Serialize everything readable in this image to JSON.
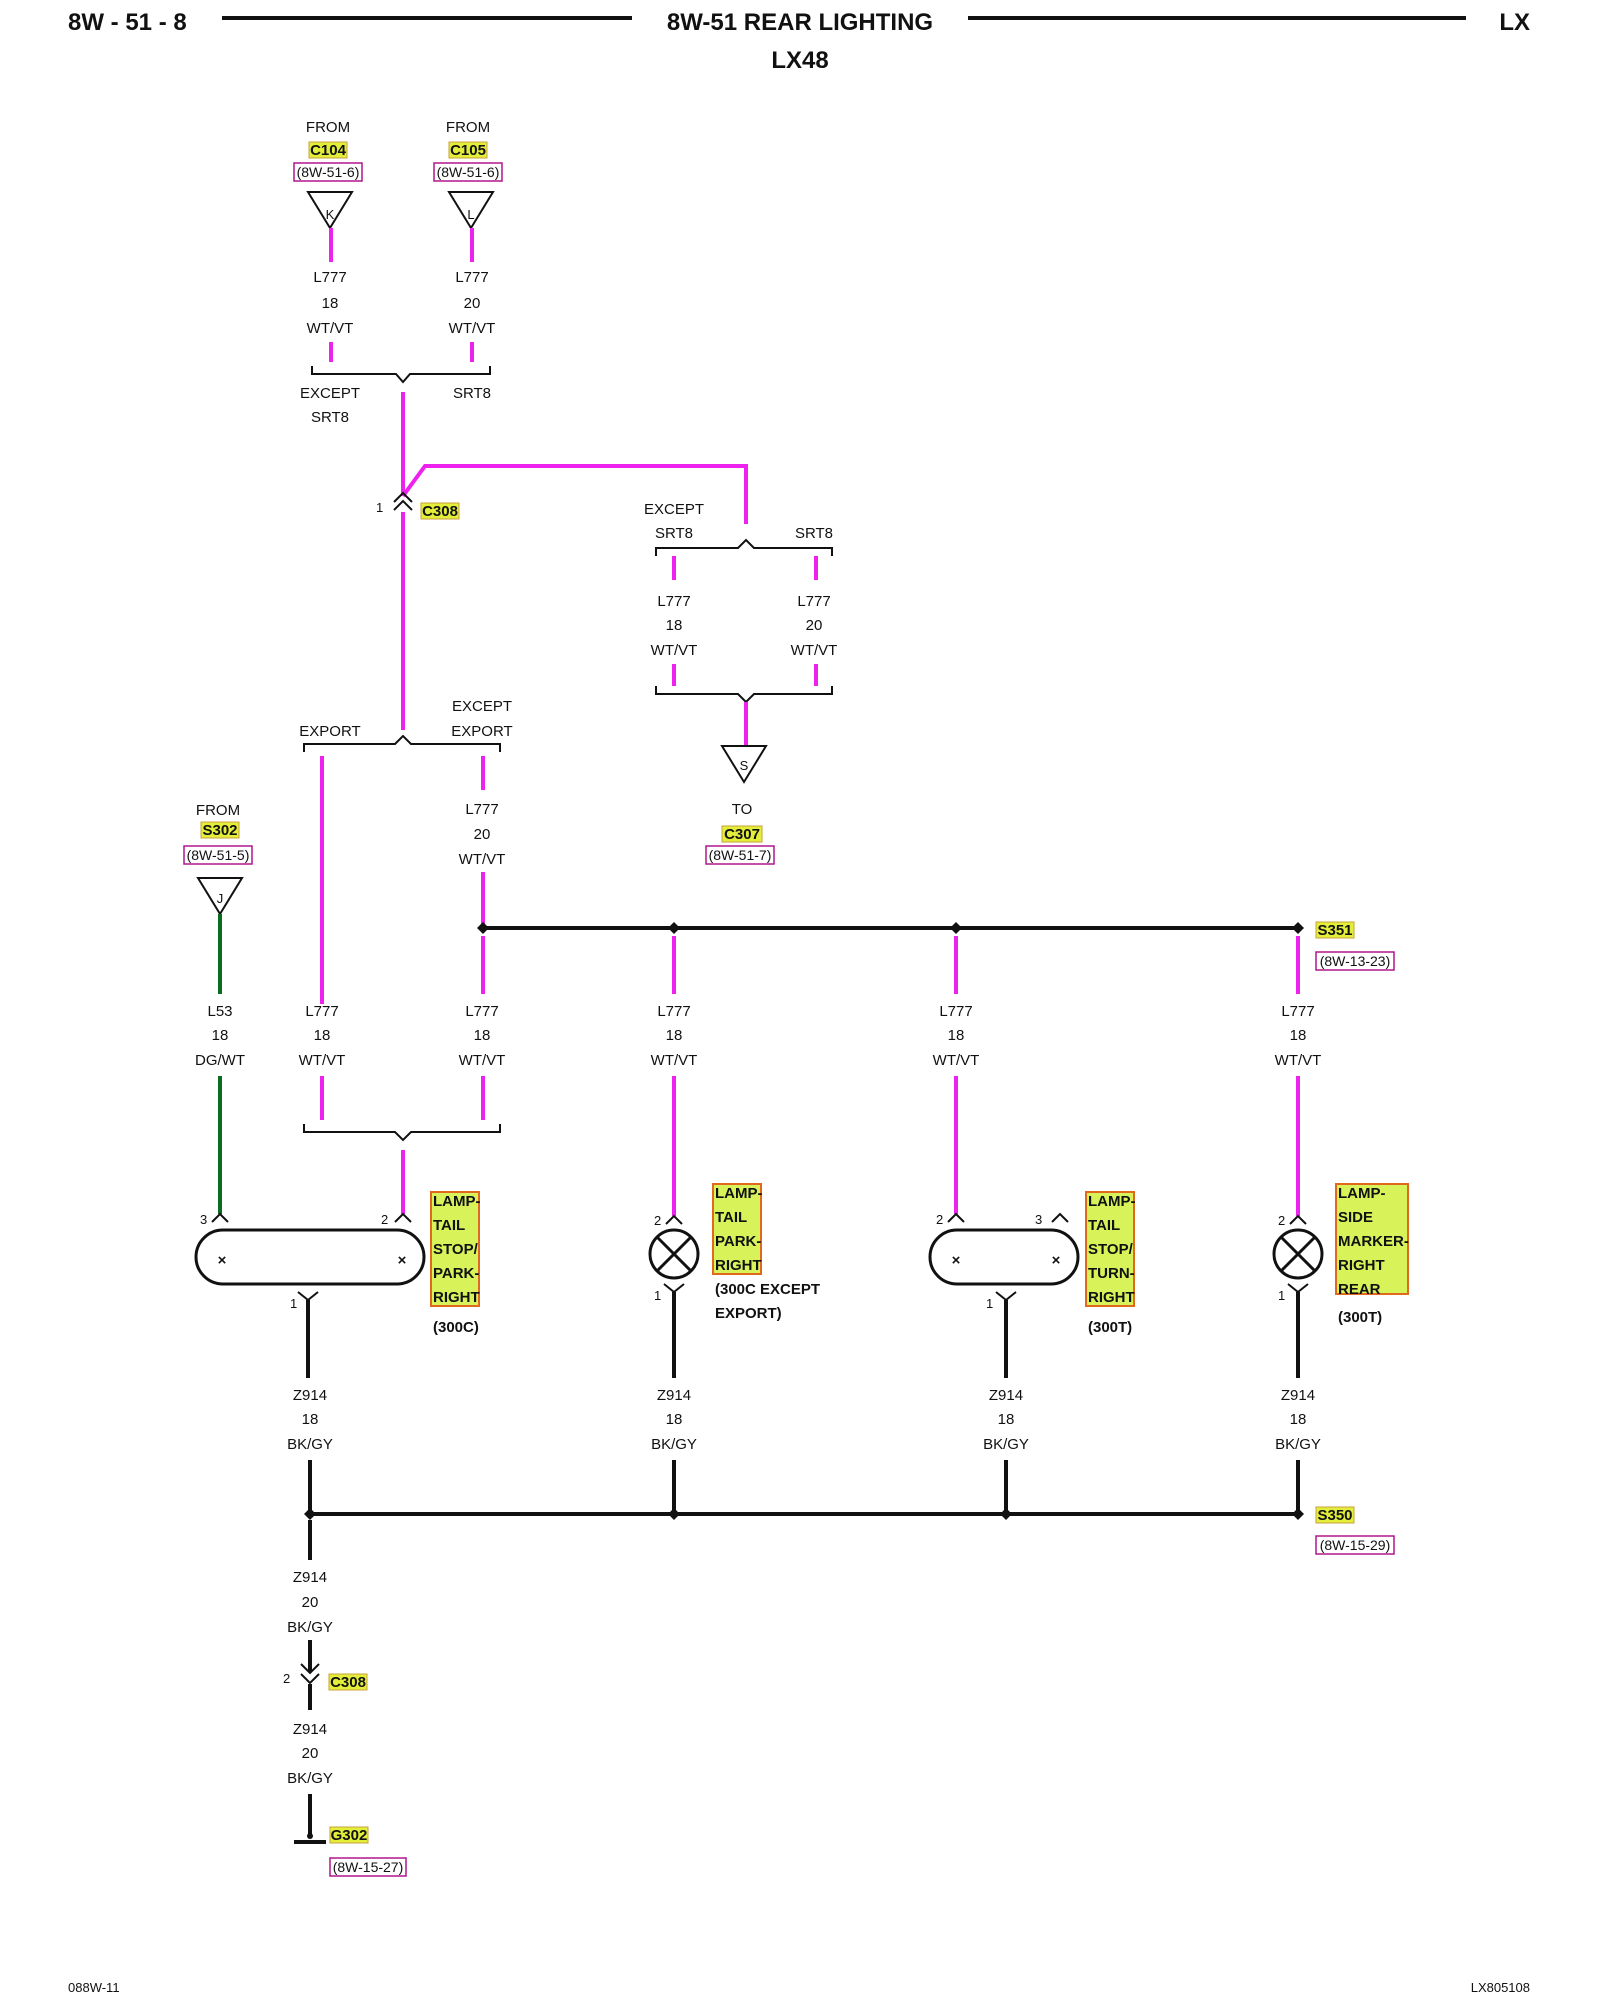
{
  "header": {
    "page_number": "8W - 51 - 8",
    "title": "8W-51 REAR LIGHTING",
    "subtitle": "LX48",
    "model": "LX"
  },
  "footer": {
    "left": "088W-11",
    "right": "LX805108"
  },
  "colors": {
    "wire_magenta": "#ee22ee",
    "wire_black": "#111111",
    "wire_green": "#0b6b1f",
    "highlight_yellow": "#e3ee3a",
    "label_box_green": "#d8f25a",
    "label_box_border": "#e0691e"
  },
  "top": {
    "from1": {
      "from": "FROM",
      "connector": "C104",
      "ref": "(8W-51-6)",
      "pin": "K",
      "wire": "L777",
      "gauge": "18",
      "color": "WT/VT"
    },
    "from2": {
      "from": "FROM",
      "connector": "C105",
      "ref": "(8W-51-6)",
      "pin": "L",
      "wire": "L777",
      "gauge": "20",
      "color": "WT/VT"
    },
    "option_except": "EXCEPT",
    "option_srt8": "SRT8",
    "option_srt8_right": "SRT8"
  },
  "c308_top": {
    "pin": "1",
    "label": "C308"
  },
  "branch_c307": {
    "except": "EXCEPT",
    "srt8_left": "SRT8",
    "srt8_right": "SRT8",
    "left_wire": "L777",
    "left_gauge": "18",
    "left_color": "WT/VT",
    "right_wire": "L777",
    "right_gauge": "20",
    "right_color": "WT/VT",
    "pin": "S",
    "to": "TO",
    "connector": "C307",
    "ref": "(8W-51-7)"
  },
  "export_split": {
    "export": "EXPORT",
    "except": "EXCEPT",
    "except_export": "EXPORT",
    "wire": "L777",
    "gauge": "20",
    "color": "WT/VT"
  },
  "s302": {
    "from": "FROM",
    "connector": "S302",
    "ref": "(8W-51-5)",
    "pin": "J",
    "wire": "L53",
    "gauge": "18",
    "color": "DG/WT"
  },
  "s351": {
    "label": "S351",
    "ref": "(8W-13-23)"
  },
  "drops": [
    {
      "wire": "L777",
      "gauge": "18",
      "color": "WT/VT"
    },
    {
      "wire": "L777",
      "gauge": "18",
      "color": "WT/VT"
    },
    {
      "wire": "L777",
      "gauge": "18",
      "color": "WT/VT"
    },
    {
      "wire": "L777",
      "gauge": "18",
      "color": "WT/VT"
    },
    {
      "wire": "L777",
      "gauge": "18",
      "color": "WT/VT"
    }
  ],
  "lamps": {
    "lamp1": {
      "lines": [
        "LAMP-",
        "TAIL",
        "STOP/",
        "PARK-",
        "RIGHT"
      ],
      "note": "(300C)",
      "pin_a": "3",
      "pin_b": "2",
      "pin_gnd": "1"
    },
    "lamp2": {
      "lines": [
        "LAMP-",
        "TAIL",
        "PARK-",
        "RIGHT"
      ],
      "note1": "(300C EXCEPT",
      "note2": "EXPORT)",
      "pin_a": "2",
      "pin_gnd": "1"
    },
    "lamp3": {
      "lines": [
        "LAMP-",
        "TAIL",
        "STOP/",
        "TURN-",
        "RIGHT"
      ],
      "note": "(300T)",
      "pin_a": "2",
      "pin_b": "3",
      "pin_gnd": "1"
    },
    "lamp4": {
      "lines": [
        "LAMP-",
        "SIDE",
        "MARKER-",
        "RIGHT",
        "REAR"
      ],
      "note": "(300T)",
      "pin_a": "2",
      "pin_gnd": "1"
    }
  },
  "grounds": [
    {
      "wire": "Z914",
      "gauge": "18",
      "color": "BK/GY"
    },
    {
      "wire": "Z914",
      "gauge": "18",
      "color": "BK/GY"
    },
    {
      "wire": "Z914",
      "gauge": "18",
      "color": "BK/GY"
    },
    {
      "wire": "Z914",
      "gauge": "18",
      "color": "BK/GY"
    }
  ],
  "s350": {
    "label": "S350",
    "ref": "(8W-15-29)"
  },
  "bottom": {
    "wire1": "Z914",
    "gauge1": "20",
    "color1": "BK/GY",
    "c308_pin": "2",
    "c308_label": "C308",
    "wire2": "Z914",
    "gauge2": "20",
    "color2": "BK/GY",
    "g302": "G302",
    "g302_ref": "(8W-15-27)"
  }
}
